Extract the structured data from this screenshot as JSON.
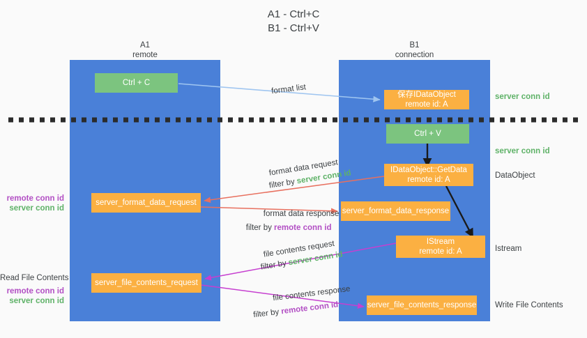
{
  "title": {
    "line1": "A1 - Ctrl+C",
    "line2": "B1 - Ctrl+V"
  },
  "columns": [
    {
      "id": "a1",
      "name": "A1",
      "role": "remote"
    },
    {
      "id": "b1",
      "name": "B1",
      "role": "connection"
    }
  ],
  "nodes": {
    "ctrl_c": {
      "label": "Ctrl + C",
      "color": "#7cc47f"
    },
    "save_idataobject": {
      "line1": "保存IDataObject",
      "line2": "remote id: A",
      "color": "#fbb042"
    },
    "ctrl_v": {
      "label": "Ctrl + V",
      "color": "#7cc47f"
    },
    "getdata": {
      "line1": "IDataObject::GetData",
      "line2": "remote id: A",
      "color": "#fbb042"
    },
    "format_data_request": {
      "label": "server_format_data_request",
      "color": "#fbb042"
    },
    "format_data_response": {
      "label": "server_format_data_response",
      "color": "#fbb042"
    },
    "istream": {
      "line1": "IStream",
      "line2": "remote id: A",
      "color": "#fbb042"
    },
    "file_contents_request": {
      "label": "server_file_contents_request",
      "color": "#fbb042"
    },
    "file_contents_response": {
      "label": "server_file_contents_response",
      "color": "#fbb042"
    }
  },
  "edges": {
    "format_list": {
      "label": "format list",
      "color": "#9fc5f0"
    },
    "format_data_request": {
      "label": "format data request",
      "filter_prefix": "filter by ",
      "filter_value": "server conn id",
      "color": "#e8705f"
    },
    "format_data_response": {
      "label": "format data response",
      "filter_prefix": "filter by ",
      "filter_value": "remote conn id",
      "color": "#e8705f"
    },
    "file_contents_request": {
      "label": "file contents request",
      "filter_prefix": "filter by ",
      "filter_value": "server conn id",
      "color": "#c63fd0"
    },
    "file_contents_response": {
      "label": "file contents response",
      "filter_prefix": "filter by ",
      "filter_value": "remote conn id",
      "color": "#c63fd0"
    }
  },
  "annotations": {
    "right": [
      {
        "id": "server-conn-id-1",
        "text": "server conn id",
        "color": "#5fb268"
      },
      {
        "id": "server-conn-id-2",
        "text": "server conn id",
        "color": "#5fb268"
      },
      {
        "id": "dataobject",
        "text": "DataObject",
        "color": "#3c4043"
      },
      {
        "id": "istream",
        "text": "Istream",
        "color": "#3c4043"
      },
      {
        "id": "write-file-contents",
        "text": "Write File Contents",
        "color": "#3c4043"
      }
    ],
    "left": [
      {
        "id": "remote-conn-id-1",
        "text": "remote conn id",
        "color": "#b24fc4"
      },
      {
        "id": "server-conn-id-3",
        "text": "server conn id",
        "color": "#5fb268"
      },
      {
        "id": "read-file-contents",
        "text": "Read File Contents",
        "color": "#3c4043"
      },
      {
        "id": "remote-conn-id-2",
        "text": "remote conn id",
        "color": "#b24fc4"
      },
      {
        "id": "server-conn-id-4",
        "text": "server conn id",
        "color": "#5fb268"
      }
    ]
  },
  "divider": {
    "style": "dashed",
    "color": "#2b2b2b"
  },
  "colors": {
    "lane": "#4a80d8",
    "node_green": "#7cc47f",
    "node_orange": "#fbb042",
    "background": "#fafafa",
    "text": "#3c4043",
    "green_text": "#5fb268",
    "purple_text": "#b24fc4",
    "red_arrow": "#e8705f",
    "magenta_arrow": "#c63fd0",
    "blue_arrow": "#9fc5f0",
    "black_arrow": "#1a1a1a"
  }
}
